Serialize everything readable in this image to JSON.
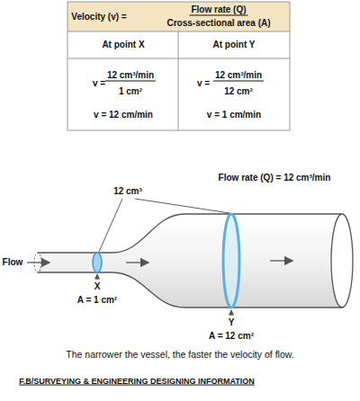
{
  "diagram": {
    "caption": "The narrower the vessel, the faster the velocity of flow.",
    "labels": [
      "Velocity (v) =",
      "Flow rate (Q)",
      "Cross-sectional area (A)",
      "At point X",
      "At point Y",
      "v =",
      "12 cm³/min",
      "1 cm²",
      "v = 12 cm/min",
      "v =",
      "12 cm³/min",
      "12 cm²",
      "v = 1 cm/min",
      "Flow rate (Q) = 12 cm³/min",
      "12 cm³",
      "Flow",
      "X",
      "A = 1 cm²",
      "Y",
      "A = 12 cm²",
      "F.B/SURVEYING & ENGINEERING DESIGNING INFORMATION"
    ]
  }
}
